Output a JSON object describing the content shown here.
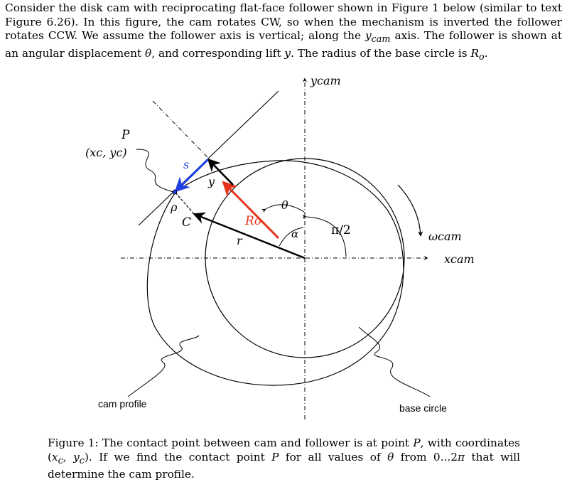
{
  "intro": {
    "part1": "Consider the disk cam with reciprocating flat-face follower shown in Figure 1 below (similar to text Figure 6.26). In this figure, the cam rotates CW, so when the mechanism is inverted the follower rotates CCW. We assume the follower axis is vertical; along the ",
    "ycam": "y",
    "ycam_sub": "cam",
    "part2": " axis. The follower is shown at an angular displacement ",
    "theta": "θ",
    "part3": ", and corresponding lift ",
    "y": "y",
    "part4": ". The radius of the base circle is ",
    "R": "R",
    "R_sub": "o",
    "part5": "."
  },
  "figure": {
    "axis_y_label": "ycam",
    "axis_x_label": "xcam",
    "omega_label": "ωcam",
    "point_P": "P",
    "coords_label": "(xc, yc)",
    "s_label": "s",
    "y_label": "y",
    "rho_label": "ρ",
    "C_label": "C",
    "Ro_label": "Ro",
    "r_label": "r",
    "theta_label": "θ",
    "alpha_label": "α",
    "pi2_label": "π/2",
    "cam_profile_label": "cam profile",
    "base_circle_label": "base circle",
    "colors": {
      "s_vector": "#1f3fe0",
      "Ro_vector": "#e8311a",
      "lines": "#000000"
    }
  },
  "caption": {
    "fig": "Figure 1:",
    "t1": " The contact point between cam and follower is at point ",
    "P": "P",
    "t2": ", with coordinates (",
    "xc": "x",
    "xc_sub": "c",
    "comma": ", ",
    "yc": "y",
    "yc_sub": "c",
    "t3": "). If we find the contact point ",
    "P2": "P",
    "t4": " for all values of ",
    "theta": "θ",
    "t5": " from 0...2",
    "pi": "π",
    "t6": " that will determine the cam profile."
  }
}
